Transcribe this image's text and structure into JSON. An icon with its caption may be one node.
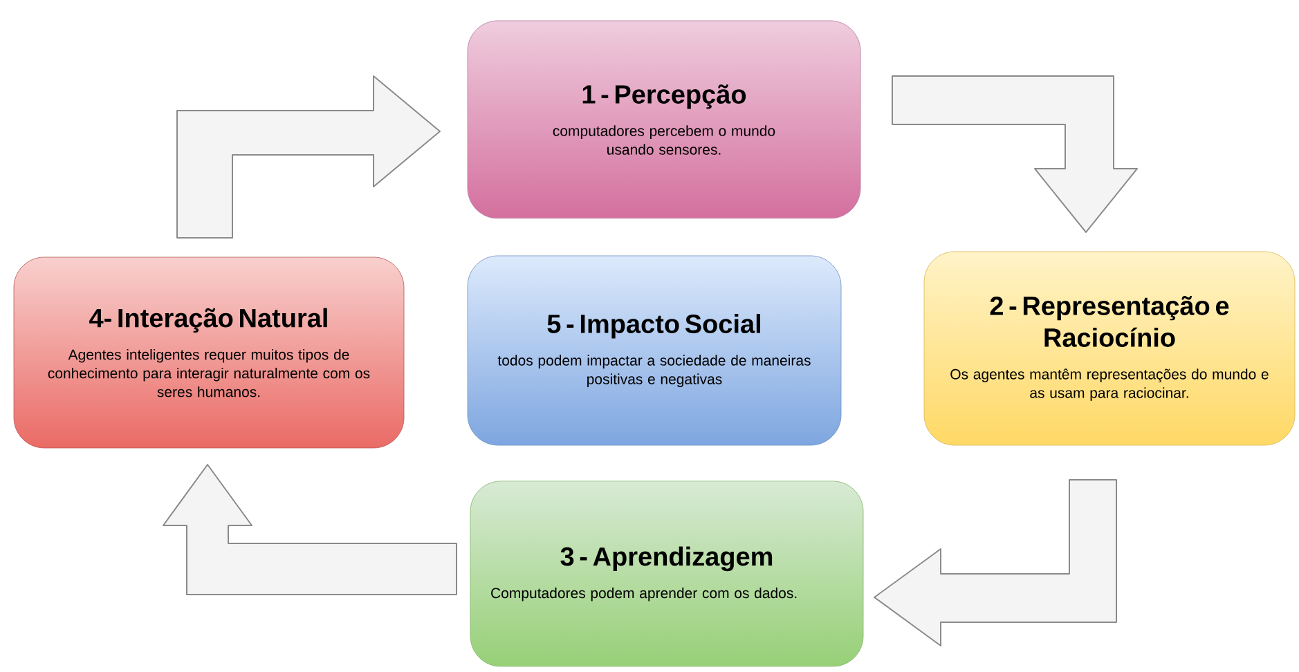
{
  "diagram": {
    "nodes": [
      {
        "text": [
          "1 - Percepção",
          "computadores percebem o mundo usando sensores."
        ]
      },
      {
        "text": [
          "2 - Representação e Raciocínio",
          "Os agentes mantêm representações do mundo e as usam para raciocinar."
        ]
      },
      {
        "text": [
          "3 - Aprendizagem",
          "Computadores podem aprender com os dados."
        ]
      },
      {
        "text": [
          "4- Interação Natural",
          "Agentes inteligentes requer muitos tipos de conhecimento para interagir naturalmente com os seres humanos."
        ]
      },
      {
        "text": [
          "5 - Impacto Social",
          "todos podem impactar a sociedade de maneiras positivas e negativas"
        ]
      }
    ],
    "edges": [
      {
        "from": 3,
        "to": 0,
        "arrow": "to"
      },
      {
        "from": 0,
        "to": 1,
        "arrow": "to"
      },
      {
        "from": 1,
        "to": 2,
        "arrow": "to"
      },
      {
        "from": 2,
        "to": 3,
        "arrow": "to"
      }
    ]
  }
}
